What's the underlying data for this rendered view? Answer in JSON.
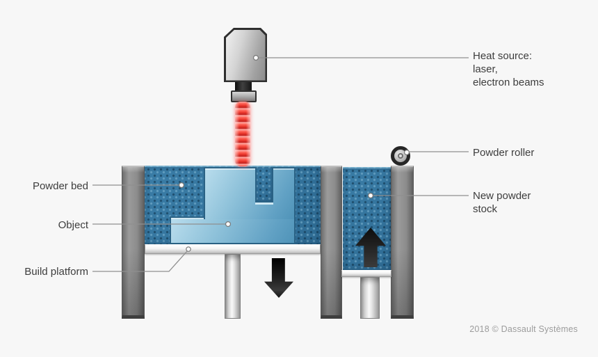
{
  "diagram": {
    "labels": {
      "heat_source": "Heat source:\nlaser,\nelectron beams",
      "powder_roller": "Powder roller",
      "new_powder_stock": "New powder\nstock",
      "powder_bed": "Powder bed",
      "object": "Object",
      "build_platform": "Build platform"
    },
    "copyright": "2018 © Dassault Systèmes",
    "colors": {
      "background": "#f7f7f7",
      "powder_blue": "#35759e",
      "powder_dot_dark": "#1f5578",
      "powder_dot_light": "#a5d7ee",
      "object_blue_light": "#b9dded",
      "object_blue_dark": "#4f93b8",
      "object_outline": "#2a6285",
      "beam_red": "#ee3a2f",
      "metal_gray": "#8c8c8c",
      "arrow_black": "#1f1f1f",
      "leader_line": "#8f8f8f",
      "label_text": "#3d3d3d",
      "copyright_text": "#9c9c9c"
    }
  }
}
